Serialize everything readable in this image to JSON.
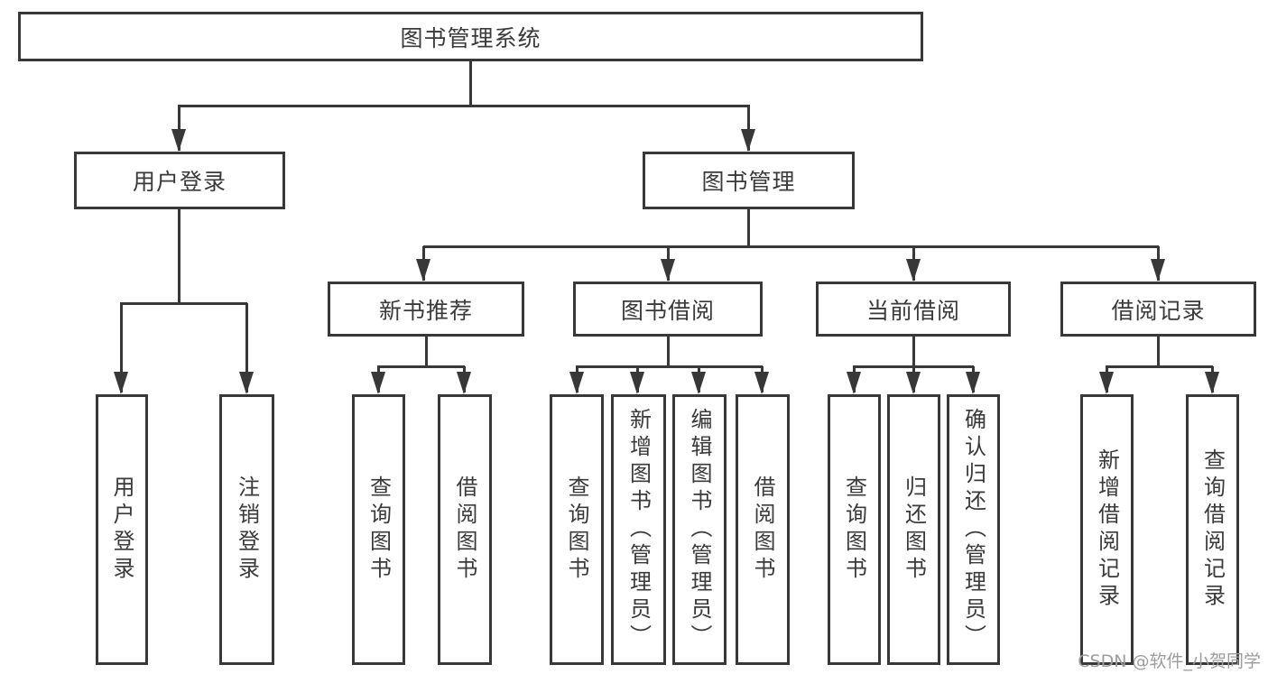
{
  "nodes": {
    "root": "图书管理系统",
    "level2": [
      "用户登录",
      "图书管理"
    ],
    "level3": [
      "新书推荐",
      "图书借阅",
      "当前借阅",
      "借阅记录"
    ],
    "user_children": [
      "用户登录",
      "注销登录"
    ],
    "new_book_children": [
      "查询图书",
      "借阅图书"
    ],
    "borrow_children": [
      "查询图书",
      "新增图书（管理员）",
      "编辑图书（管理员）",
      "借阅图书"
    ],
    "current_children": [
      "查询图书",
      "归还图书",
      "确认归还（管理员）"
    ],
    "record_children": [
      "新增借阅记录",
      "查询借阅记录"
    ]
  },
  "watermark": "CSDN @软件_小贺同学",
  "colors": {
    "line": "#383838",
    "text": "#3a3a3a",
    "watermark": "#9c9c9c",
    "background": "#ffffff"
  }
}
